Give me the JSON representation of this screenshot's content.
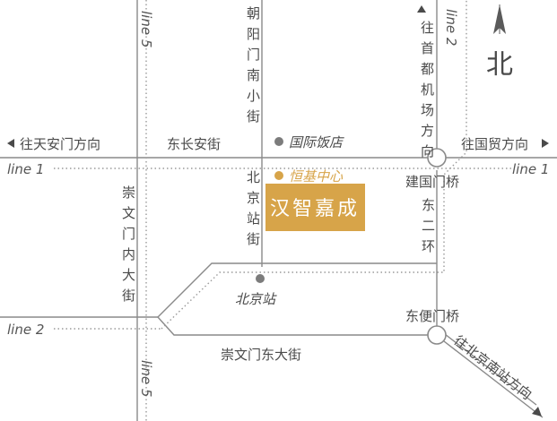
{
  "colors": {
    "road": "#8a8a8a",
    "metro": "#9a9a9a",
    "text": "#4a4a4a",
    "accent": "#d7a449",
    "poi": "#7c7c7c",
    "brand_box": "#d7a449",
    "brand_text": "#ffffff"
  },
  "compass": {
    "label": "北",
    "icon": "north-arrow-icon"
  },
  "lines": {
    "line1_left": "line 1",
    "line1_right": "line 1",
    "line2_left": "line 2",
    "line2_top": "line 2",
    "line5_top": "line 5",
    "line5_bottom": "line 5"
  },
  "directions": {
    "west": "往天安门方向",
    "east": "往国贸方向",
    "north": "往首都机场方向",
    "southeast": "往北京南站方向"
  },
  "roads": {
    "dongchanganjie": "东长安街",
    "chaoyangmen_nanxiaojie": "朝阳门南小街",
    "beijingzhan_jie": "北京站街",
    "chongwenmen_neidajie": "崇文门内大街",
    "chongwenmen_dongdajie": "崇文门东大街",
    "east_2nd_ring": "东二环"
  },
  "bridges": {
    "jianguomen": "建国门桥",
    "dongbianmen": "东便门桥"
  },
  "pois": {
    "international_hotel": "国际饭店",
    "hengji_center": "恒基中心",
    "beijing_station": "北京站"
  },
  "brand": {
    "name": "汉智嘉成"
  }
}
